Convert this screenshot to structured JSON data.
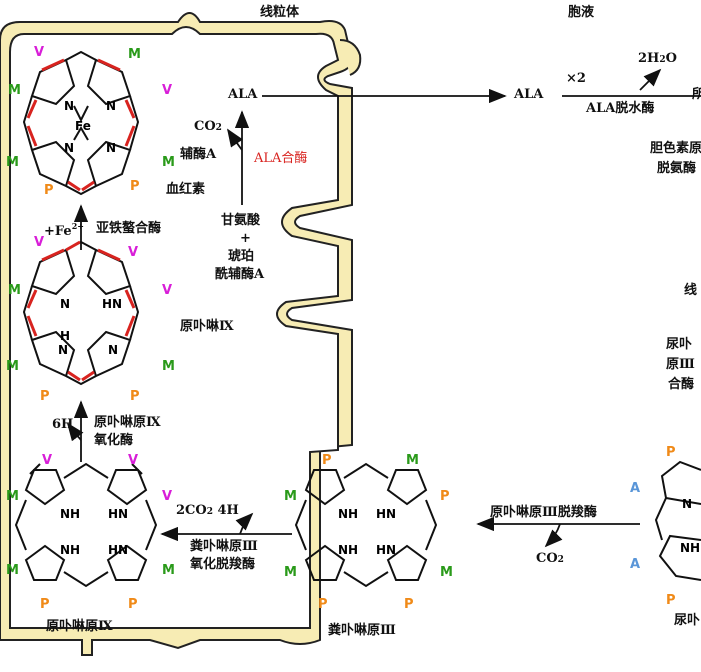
{
  "compartments": {
    "mito": "线粒体",
    "cyto": "胞液"
  },
  "reaction1": {
    "ala_left": "ALA",
    "co2": "CO",
    "co2_sub": "2",
    "coa": "辅酶A",
    "enzyme": "ALA合酶",
    "glycine": "甘氨酸",
    "plus": "+",
    "succinyl1": "琥珀",
    "succinyl2": "酰辅酶A"
  },
  "reaction2": {
    "ala_right": "ALA",
    "times2": "×2",
    "water": "2H",
    "water_sub": "2",
    "water_o": "O",
    "enzyme": "ALA脱水酶",
    "cut_p": "所"
  },
  "right_cut": {
    "pbg1": "胆色素原",
    "pbg2": "脱氨酶",
    "xian": "线",
    "uro1": "尿卟",
    "uro2": "原Ⅲ",
    "uro3": "合酶",
    "bottom": "尿卟"
  },
  "heme": {
    "name": "血红素",
    "fe_enzyme": "亚铁螯合酶",
    "fe2": "+Fe",
    "fe2_sup": "2+",
    "center_atom": "Fe"
  },
  "proto": {
    "name": "原卟啉Ⅸ"
  },
  "proto_oxidase": {
    "h": "6H",
    "line1": "原卟啉原Ⅸ",
    "line2": "氧化酶"
  },
  "protogen": {
    "name": "原卟啉原Ⅸ"
  },
  "copro_oxidase": {
    "top": "2CO",
    "top_sub": "2",
    "top_h": " 4H",
    "line1": "粪卟啉原Ⅲ",
    "line2": "氧化脱羧酶"
  },
  "coprogen": {
    "name": "粪卟啉原Ⅲ"
  },
  "uro_decarb": {
    "enzyme": "原卟啉原Ⅲ脱羧酶",
    "co2": "CO",
    "co2_sub": "2"
  },
  "atoms": {
    "n": "N",
    "nh": "NH",
    "hn": "HN",
    "h": "H"
  },
  "subst": {
    "v": "V",
    "m": "M",
    "p": "P",
    "a": "A"
  }
}
